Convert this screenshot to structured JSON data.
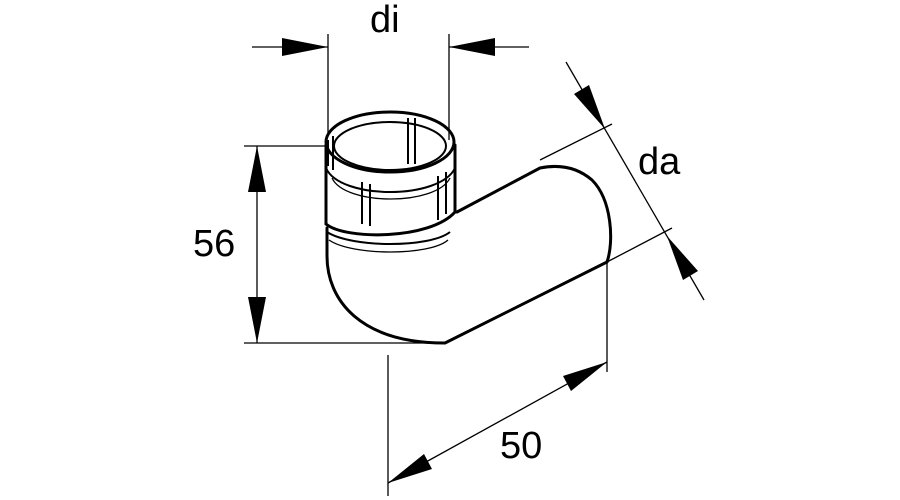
{
  "labels": {
    "inner_diameter": "di",
    "outer_diameter": "da",
    "height": "56",
    "length": "50"
  }
}
